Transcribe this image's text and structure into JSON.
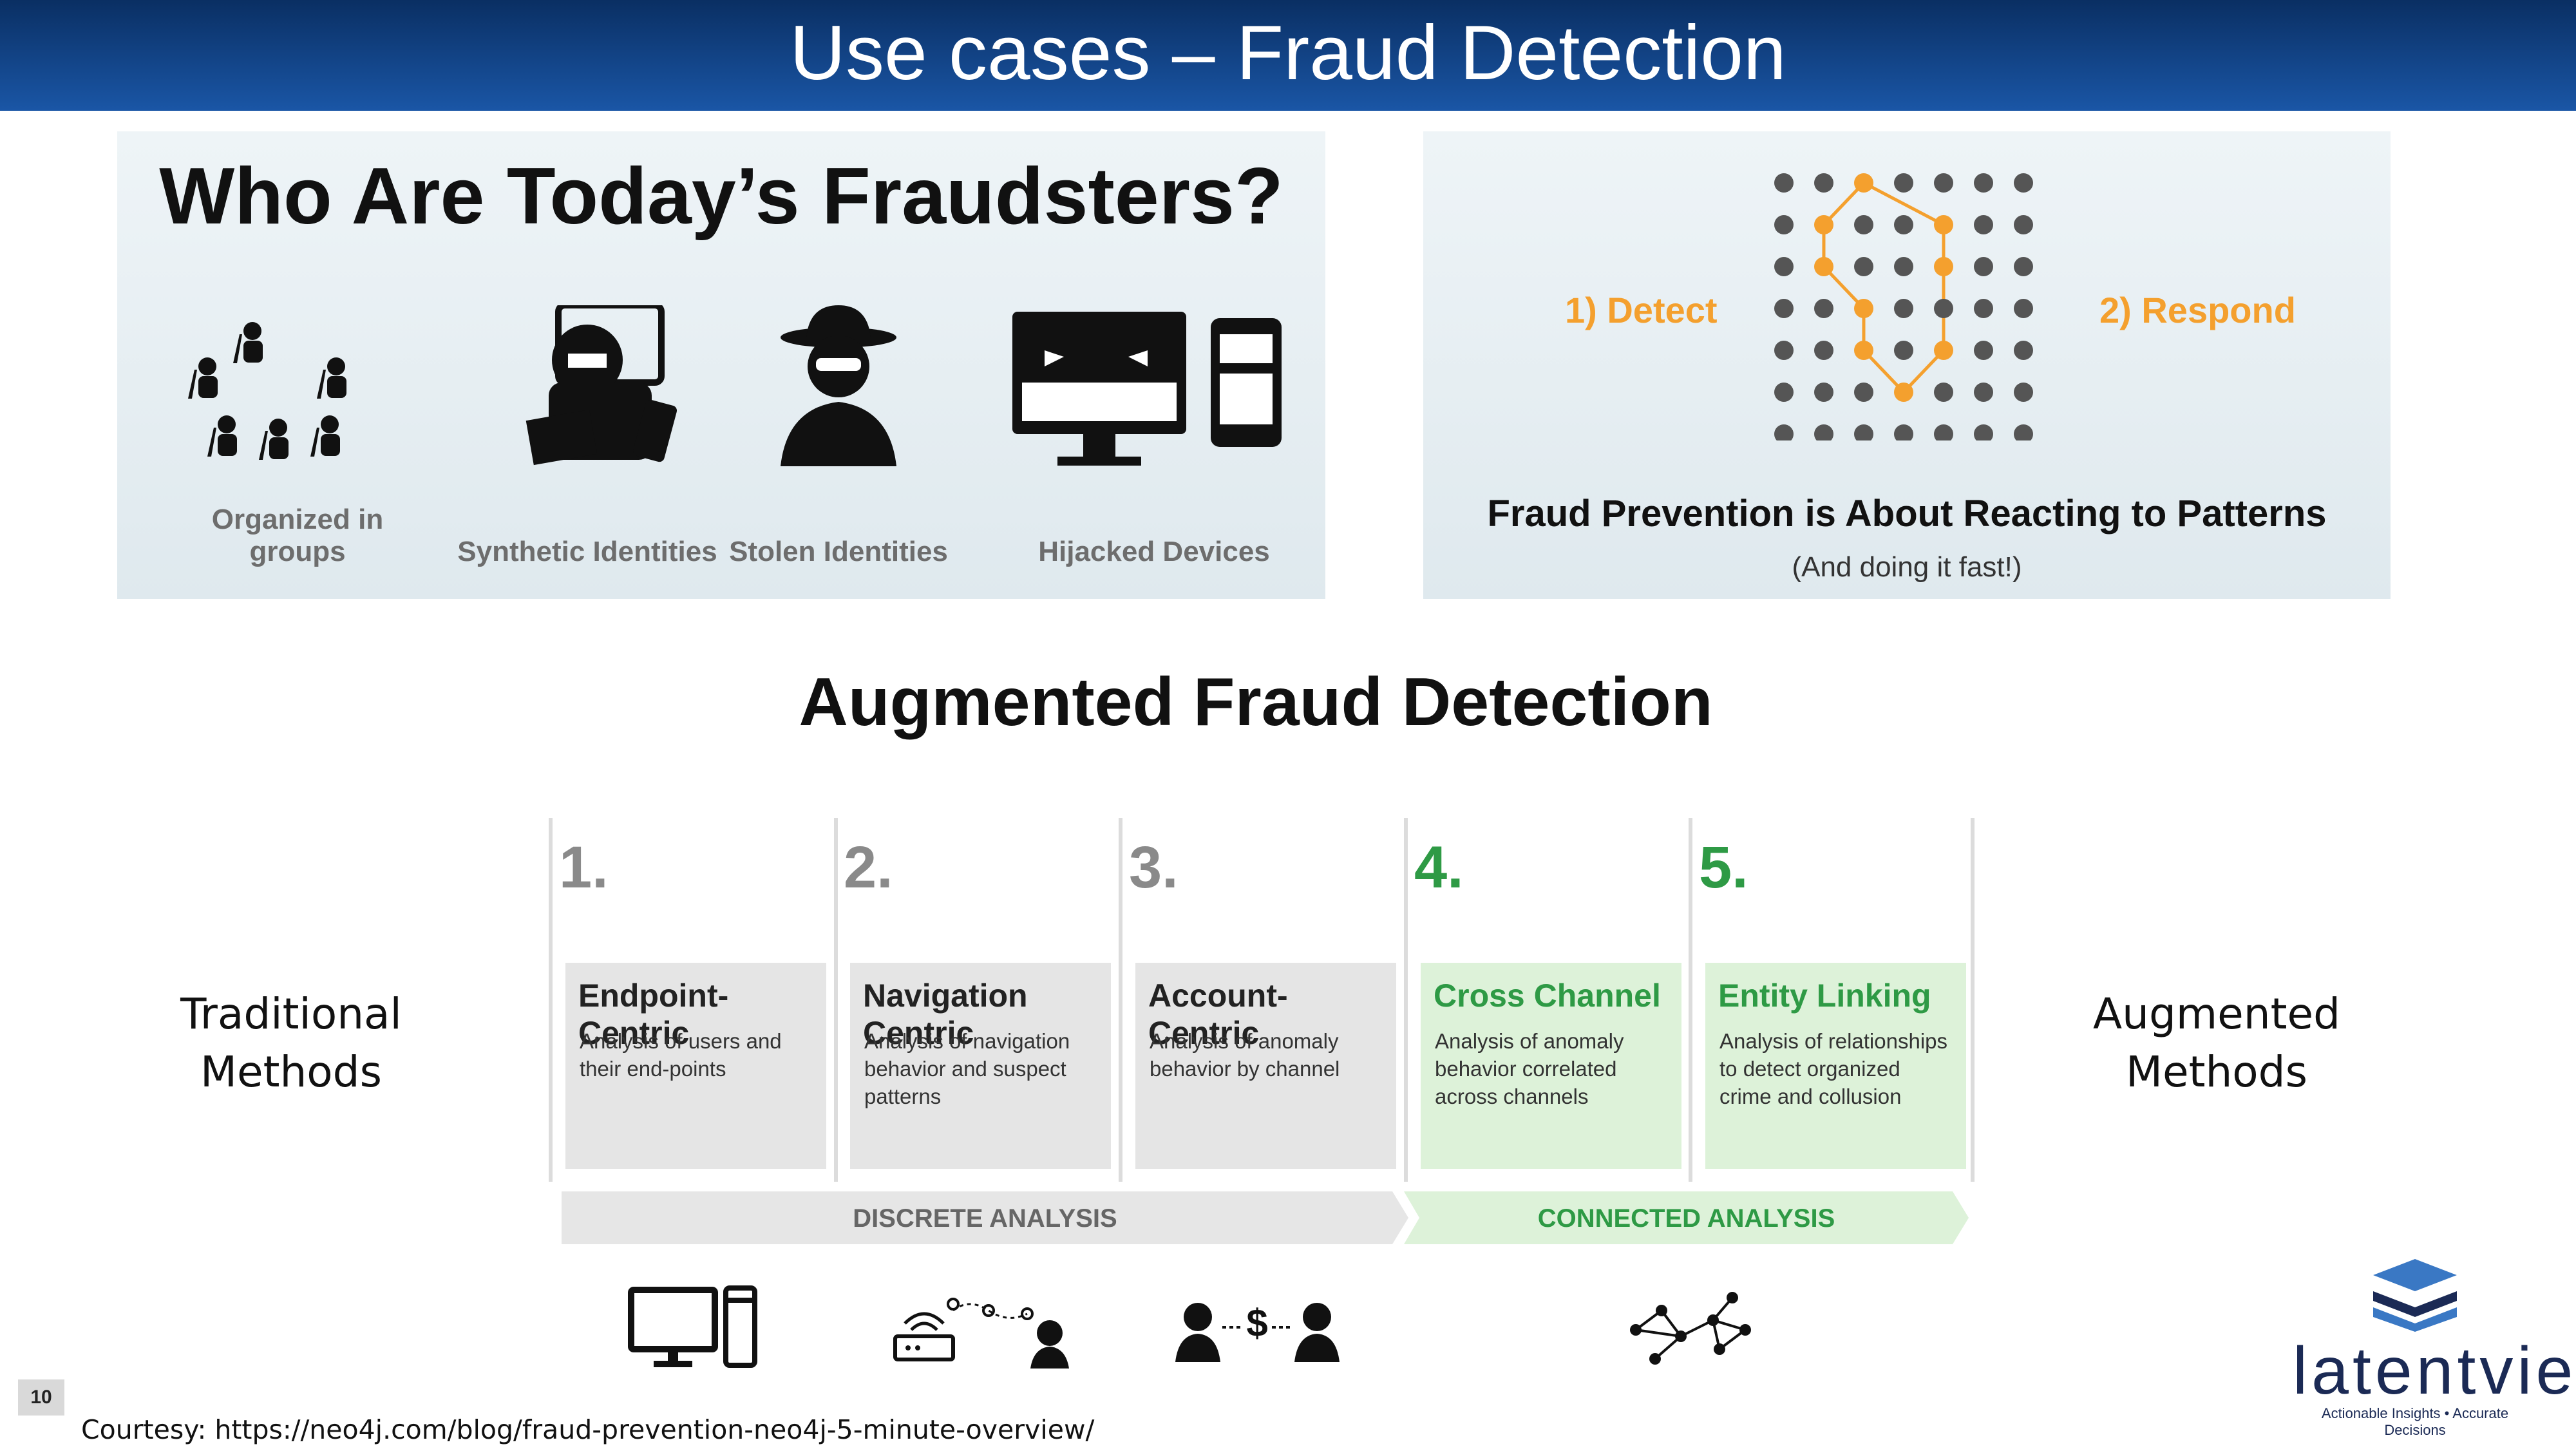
{
  "header": {
    "title": "Use cases – Fraud Detection"
  },
  "fraudsters_panel": {
    "heading": "Who Are Today’s Fraudsters?",
    "items": [
      {
        "label": "Organized in groups",
        "icon": "fraud-ring-icon"
      },
      {
        "label": "Synthetic Identities",
        "icon": "synthetic-identity-icon"
      },
      {
        "label": "Stolen Identities",
        "icon": "spy-icon"
      },
      {
        "label": "Hijacked Devices",
        "icon": "hijacked-device-icon"
      }
    ]
  },
  "patterns_panel": {
    "detect_label": "1) Detect",
    "respond_label": "2) Respond",
    "heading": "Fraud Prevention is About Reacting to Patterns",
    "subheading": "(And doing it fast!)",
    "colors": {
      "highlight": "#f4a02e",
      "dot": "#555555"
    }
  },
  "augmented": {
    "heading": "Augmented Fraud Detection",
    "left_label_line1": "Traditional",
    "left_label_line2": "Methods",
    "right_label_line1": "Augmented",
    "right_label_line2": "Methods",
    "methods": [
      {
        "number": "1.",
        "name": "Endpoint-Centric",
        "description": "Analysis of users and their end-points"
      },
      {
        "number": "2.",
        "name": "Navigation Centric",
        "description": "Analysis of navigation behavior and suspect patterns"
      },
      {
        "number": "3.",
        "name": "Account-Centric",
        "description": "Analysis of anomaly behavior by channel"
      },
      {
        "number": "4.",
        "name": "Cross Channel",
        "description": "Analysis of anomaly behavior correlated across channels"
      },
      {
        "number": "5.",
        "name": "Entity Linking",
        "description": "Analysis of relationships to detect organized crime and collusion"
      }
    ],
    "discrete_label": "DISCRETE ANALYSIS",
    "connected_label": "CONNECTED ANALYSIS",
    "colors": {
      "green": "#2e9a45",
      "grey": "#8a8a8a"
    }
  },
  "footer": {
    "page_number": "10",
    "courtesy": "Courtesy: https://neo4j.com/blog/fraud-prevention-neo4j-5-minute-overview/"
  },
  "logo": {
    "wordmark": "latentview",
    "tagline": "Actionable Insights • Accurate Decisions",
    "color": "#1b2a55",
    "accent": "#3a78c4"
  }
}
